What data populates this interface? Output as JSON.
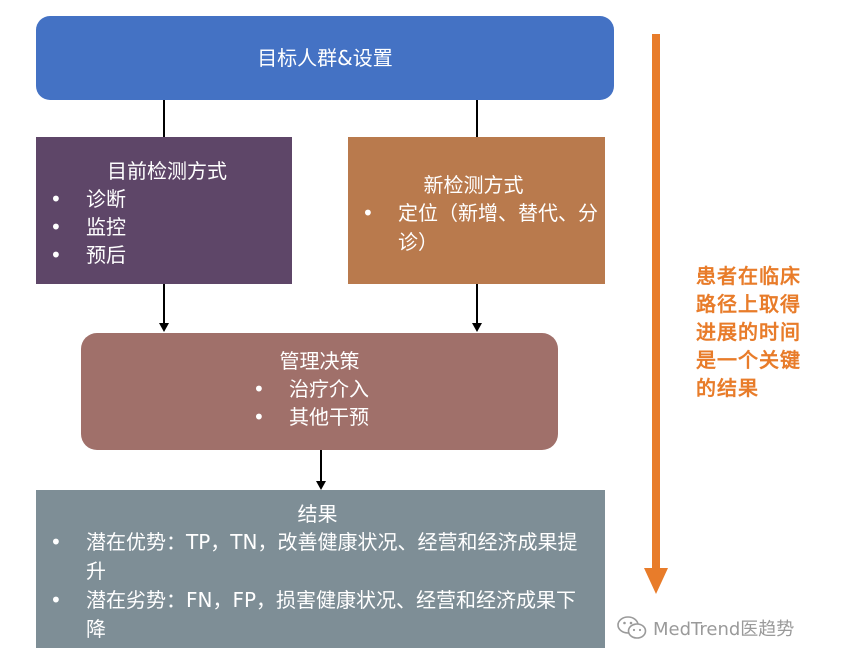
{
  "top_box": {
    "title": "目标人群&设置"
  },
  "current_methods": {
    "title": "目前检测方式",
    "items": [
      "诊断",
      "监控",
      "预后"
    ]
  },
  "new_methods": {
    "title": "新检测方式",
    "items": [
      "定位（新增、替代、分诊）"
    ]
  },
  "management": {
    "title": "管理决策",
    "items": [
      "治疗介入",
      "其他干预"
    ]
  },
  "results": {
    "title": "结果",
    "items": [
      "潜在优势：TP，TN，改善健康状况、经营和经济成果提升",
      "潜在劣势：FN，FP，损害健康状况、经营和经济成果下降"
    ]
  },
  "side_note": "患者在临床路径上取得进展的时间是一个关键的结果",
  "bullet": "•",
  "watermark": {
    "text": "MedTrend医趋势",
    "icon": "wechat-icon"
  },
  "colors": {
    "top_box": "#4472c4",
    "current_methods": "#5e4668",
    "new_methods": "#b97a4d",
    "management": "#a0706a",
    "results": "#7e8e96",
    "timeline_arrow": "#e87c2a"
  }
}
